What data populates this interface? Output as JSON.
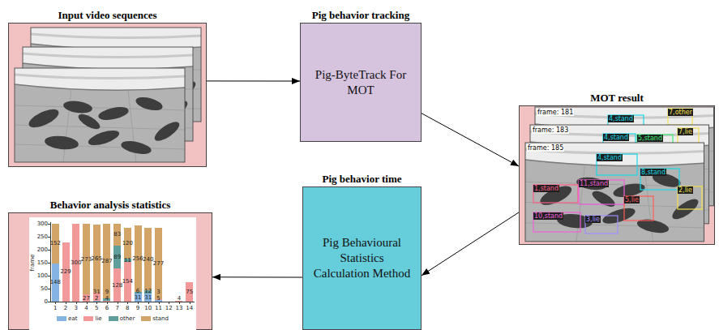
{
  "diagram": {
    "nodes": [
      {
        "text": [
          "Input video sequences"
        ]
      },
      {
        "text": [
          "Pig behavior tracking",
          "Pig-ByteTrack For MOT"
        ]
      },
      {
        "text": [
          "MOT result"
        ]
      },
      {
        "text": [
          "Pig behavior time",
          "Pig Behavioural Statistics Calculation Method"
        ]
      },
      {
        "text": [
          "Behavior analysis statistics"
        ]
      }
    ],
    "edges": [
      {
        "from": 0,
        "to": 1,
        "arrow": "to"
      },
      {
        "from": 1,
        "to": 2,
        "arrow": "to"
      },
      {
        "from": 2,
        "to": 3,
        "arrow": "to"
      },
      {
        "from": 3,
        "to": 4,
        "arrow": "to"
      }
    ],
    "labels": [
      "frame: 181",
      "frame: 183",
      "frame: 185",
      "4,stand",
      "7,other",
      "4,stand",
      "5,stand",
      "7,lie",
      "4,stand",
      "8,stand",
      "2,lie",
      "1,stand",
      "11,stand",
      "5,lie",
      "10,stand",
      "3,lie",
      "300",
      "250",
      "200",
      "150",
      "100",
      "50",
      "0",
      "frame",
      "1",
      "2",
      "3",
      "4",
      "5",
      "6",
      "7",
      "8",
      "9",
      "10",
      "11",
      "12",
      "13",
      "14",
      "148",
      "152",
      "229",
      "300",
      "27",
      "273",
      "2",
      "31",
      "265",
      "4",
      "9",
      "287",
      "128",
      "89",
      "83",
      "154",
      "11",
      "120",
      "31",
      "6",
      "256",
      "31",
      "12",
      "240",
      "5",
      "3",
      "277",
      "4",
      "75"
    ],
    "legend": [
      {
        "text": "eat",
        "color": "#85b4e3"
      },
      {
        "text": "lie",
        "color": "#f29a9a"
      },
      {
        "text": "other",
        "color": "#5e9f9b"
      },
      {
        "text": "stand",
        "color": "#d2a468"
      }
    ]
  }
}
